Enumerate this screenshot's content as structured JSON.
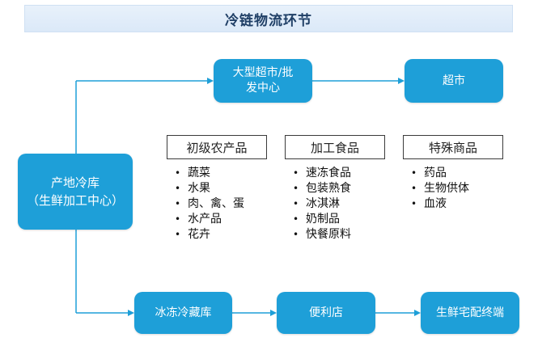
{
  "title": "冷链物流环节",
  "nodes": {
    "origin": {
      "line1": "产地冷库",
      "line2": "（生鲜加工中心）"
    },
    "big_super": {
      "line1": "大型超市/批",
      "line2": "发中心"
    },
    "super": {
      "label": "超市"
    },
    "cold_store": {
      "label": "冰冻冷藏库"
    },
    "convenience": {
      "label": "便利店"
    },
    "fresh_terminal": {
      "label": "生鲜宅配终端"
    }
  },
  "categories": [
    {
      "title": "初级农产品",
      "items": [
        "蔬菜",
        "水果",
        "肉、禽、蛋",
        "水产品",
        "花卉"
      ]
    },
    {
      "title": "加工食品",
      "items": [
        "速冻食品",
        "包装熟食",
        "冰淇淋",
        "奶制品",
        "快餐原料"
      ]
    },
    {
      "title": "特殊商品",
      "items": [
        "药品",
        "生物供体",
        "血液"
      ]
    }
  ],
  "colors": {
    "node": "#1e9fd8",
    "arrow": "#1e9fd8",
    "title_bg": "#dbe9f8",
    "title_text": "#1f3f66"
  }
}
